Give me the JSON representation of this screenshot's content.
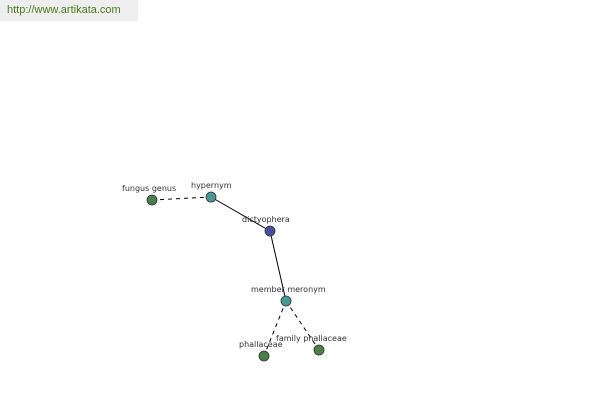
{
  "source_url": "http://www.artikata.com",
  "colors": {
    "center": "#4a4f9c",
    "relation": "#4a9696",
    "leaf": "#4a7f4a",
    "url_text": "#4e7b1f"
  },
  "nodes": [
    {
      "id": "dictyophera",
      "label": "dictyophera",
      "kind": "center"
    },
    {
      "id": "hypernym",
      "label": "hypernym",
      "kind": "relation"
    },
    {
      "id": "fungus-genus",
      "label": "fungus genus",
      "kind": "leaf"
    },
    {
      "id": "member-meronym",
      "label": "member meronym",
      "kind": "relation"
    },
    {
      "id": "phallaceae",
      "label": "phallaceae",
      "kind": "leaf"
    },
    {
      "id": "family-phallaceae",
      "label": "family phallaceae",
      "kind": "leaf"
    }
  ],
  "edges": [
    {
      "from": "fungus-genus",
      "to": "hypernym",
      "style": "dashed"
    },
    {
      "from": "hypernym",
      "to": "dictyophera",
      "style": "solid"
    },
    {
      "from": "dictyophera",
      "to": "member-meronym",
      "style": "solid"
    },
    {
      "from": "member-meronym",
      "to": "phallaceae",
      "style": "dashed"
    },
    {
      "from": "member-meronym",
      "to": "family-phallaceae",
      "style": "dashed"
    }
  ]
}
